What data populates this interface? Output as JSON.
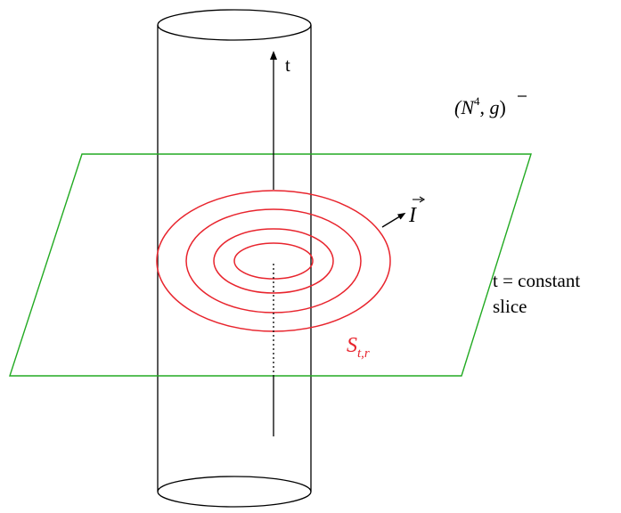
{
  "diagram": {
    "time_axis_label": "t",
    "manifold_label": {
      "base": "(N",
      "sup": "4",
      "sep": ", ",
      "metric": "g",
      "close": ")"
    },
    "vector_label": "I",
    "surface_label": {
      "base": "S",
      "sub": "t,r"
    },
    "slice_label_line1": "t = constant",
    "slice_label_line2": "slice"
  },
  "colors": {
    "cylinder": "#000000",
    "slice_plane": "#22aa22",
    "surfaces": "#e8242d",
    "surface_label": "#e8242d",
    "arrows": "#000000"
  },
  "icons": {
    "time_arrow": "up-arrow",
    "normal_vector": "diagonal-arrow"
  }
}
